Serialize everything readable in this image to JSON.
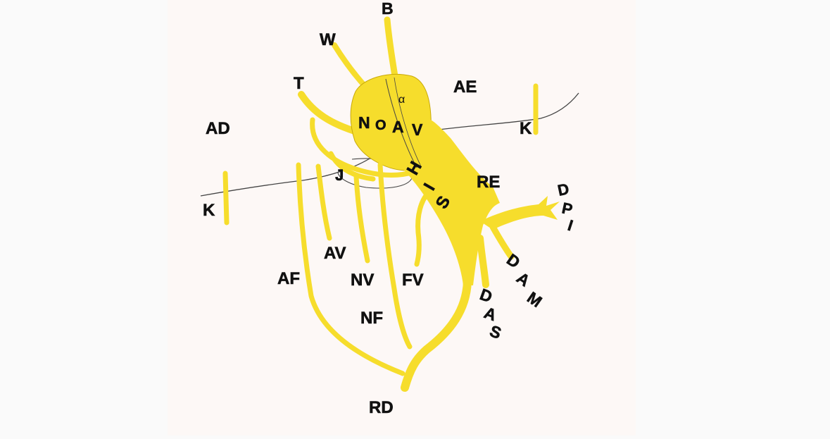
{
  "diagram": {
    "colors": {
      "background": "#fafafa",
      "paper": "#fdf8f6",
      "conduction": "#f6dd2c",
      "conduction_edge": "#c9a908",
      "line": "#444444",
      "label": "#111111"
    },
    "labels": {
      "B": "B",
      "W": "W",
      "T": "T",
      "AE": "AE",
      "AD": "AD",
      "K_right": "K",
      "K_left": "K",
      "noav_N": "N",
      "noav_O": "O",
      "noav_A": "A",
      "noav_V": "V",
      "alpha": "α",
      "his_H": "H",
      "his_I": "I",
      "his_S": "S",
      "J": "J",
      "RE": "RE",
      "dpi_D": "D",
      "dpi_P": "P",
      "dpi_I": "I",
      "dam_D": "D",
      "dam_A": "A",
      "dam_M": "M",
      "das_D": "D",
      "das_A": "A",
      "das_S": "S",
      "AV": "AV",
      "AF": "AF",
      "NV": "NV",
      "FV": "FV",
      "NF": "NF",
      "RD": "RD"
    }
  }
}
